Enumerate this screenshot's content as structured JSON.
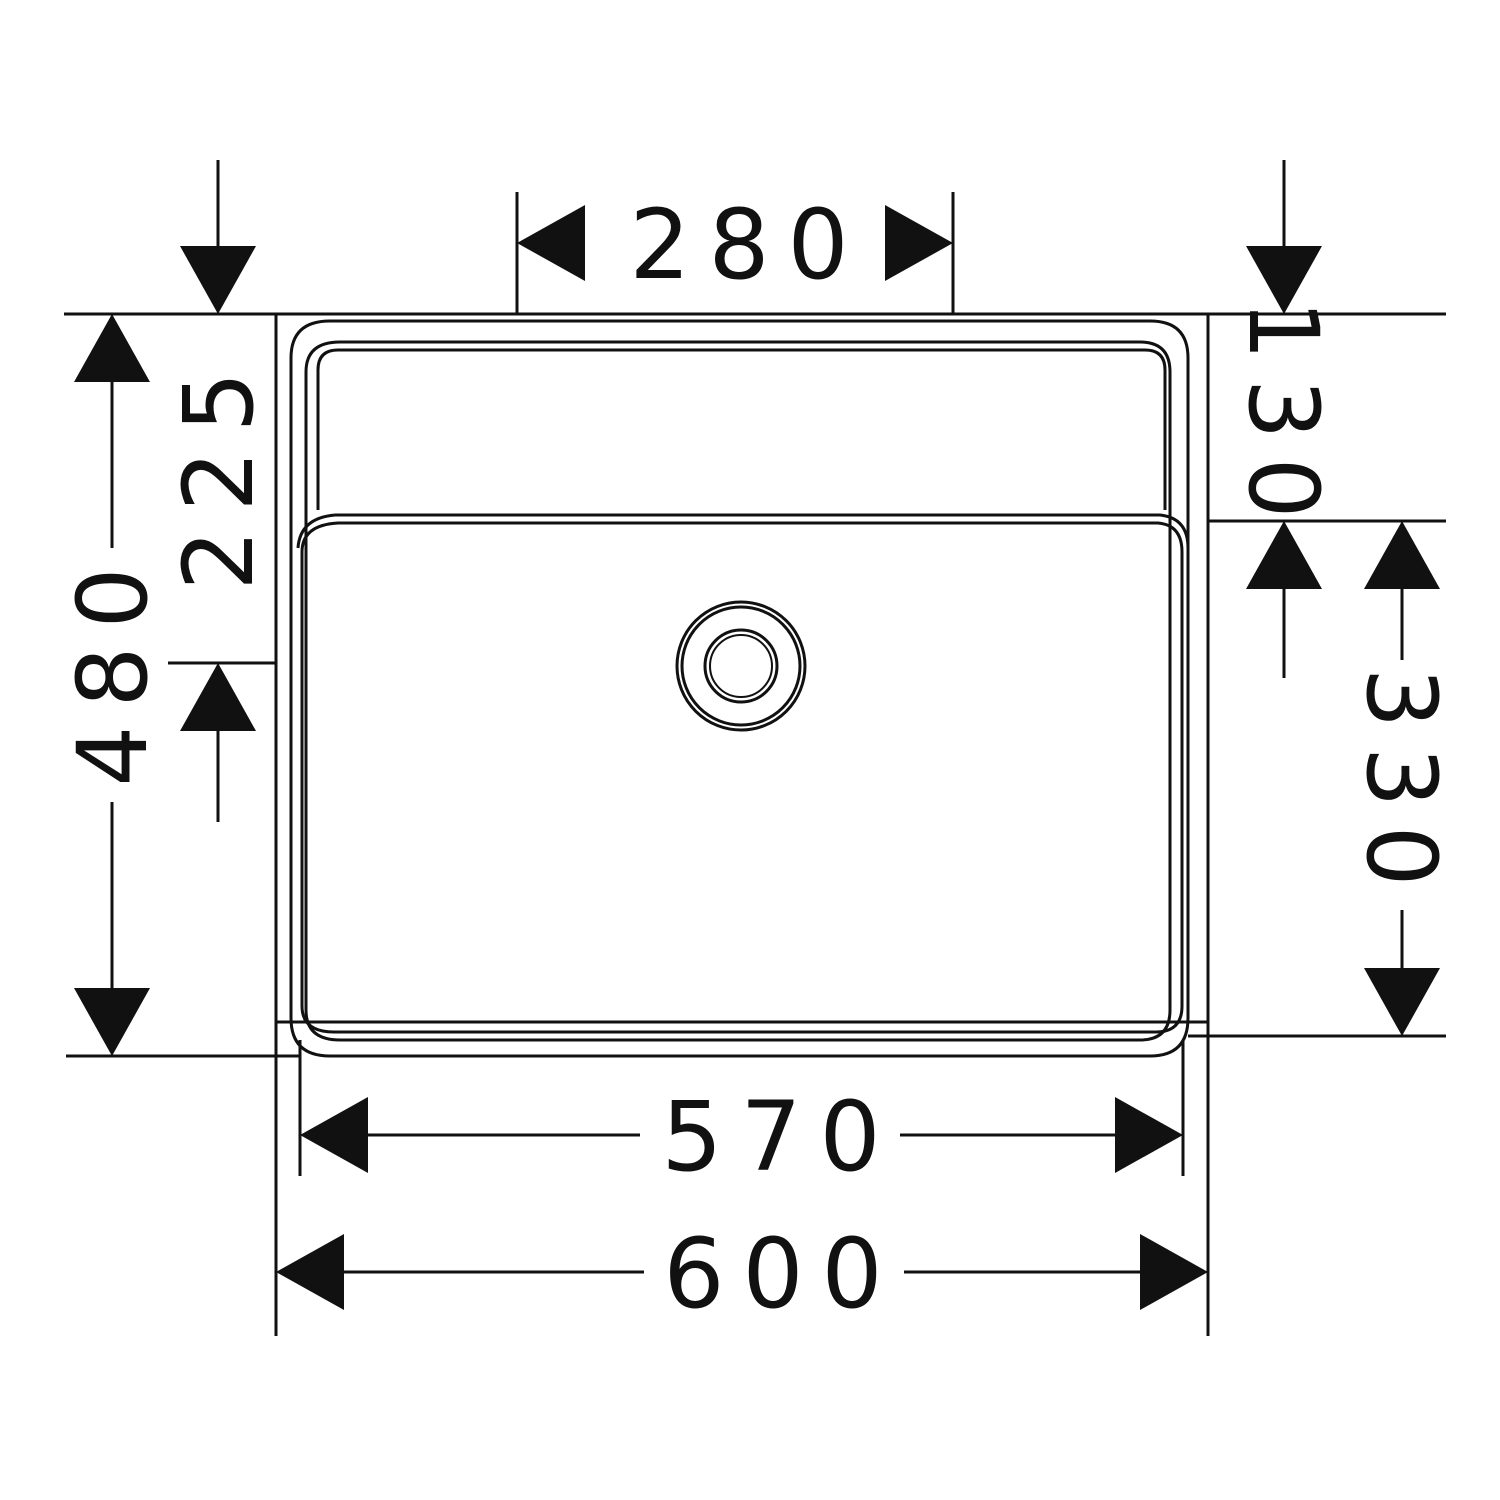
{
  "dimensions": {
    "top_width": "280",
    "depth_total": "480",
    "depth_front": "225",
    "depth_rear": "130",
    "basin_depth": "330",
    "inner_width": "570",
    "outer_width": "600"
  },
  "colors": {
    "ink": "#111111",
    "background": "#ffffff"
  }
}
